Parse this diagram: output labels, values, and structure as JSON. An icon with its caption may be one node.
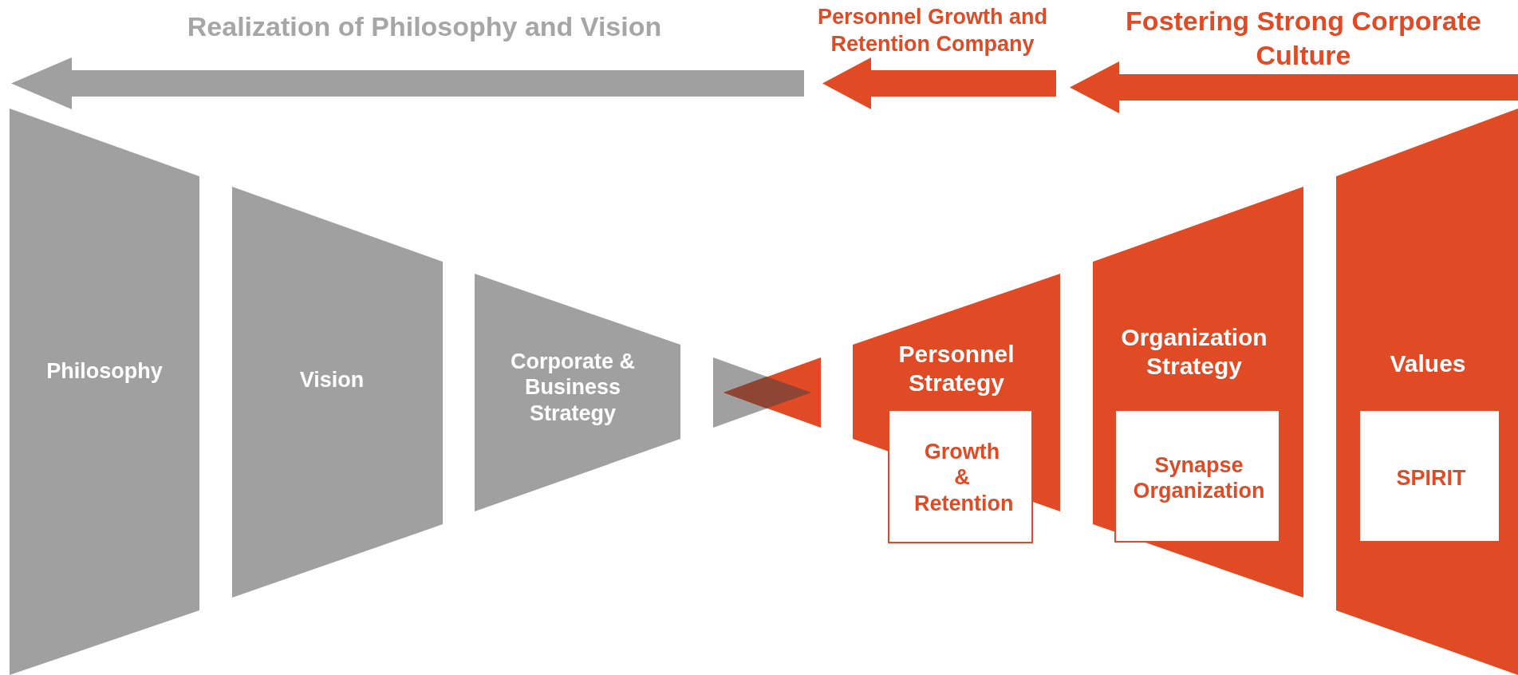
{
  "diagram": {
    "nodes": [
      {
        "text": [
          "Philosophy"
        ]
      },
      {
        "text": [
          "Vision"
        ]
      },
      {
        "text": [
          "Corporate & Business Strategy"
        ]
      },
      {
        "text": [],
        "shape": "triangle"
      },
      {
        "text": [],
        "shape": "triangle"
      },
      {
        "text": [
          "Personnel Strategy"
        ]
      },
      {
        "text": [
          "Growth & Retention"
        ]
      },
      {
        "text": [
          "Organization Strategy"
        ]
      },
      {
        "text": [
          "Synapse Organization"
        ],
        "in": 7
      },
      {
        "text": [
          "Values"
        ]
      },
      {
        "text": [
          "SPIRIT"
        ],
        "in": 9
      }
    ],
    "labels": [
      "Realization of Philosophy and Vision",
      "Personnel Growth and Retention Company",
      "Fostering Strong Corporate Culture"
    ]
  }
}
